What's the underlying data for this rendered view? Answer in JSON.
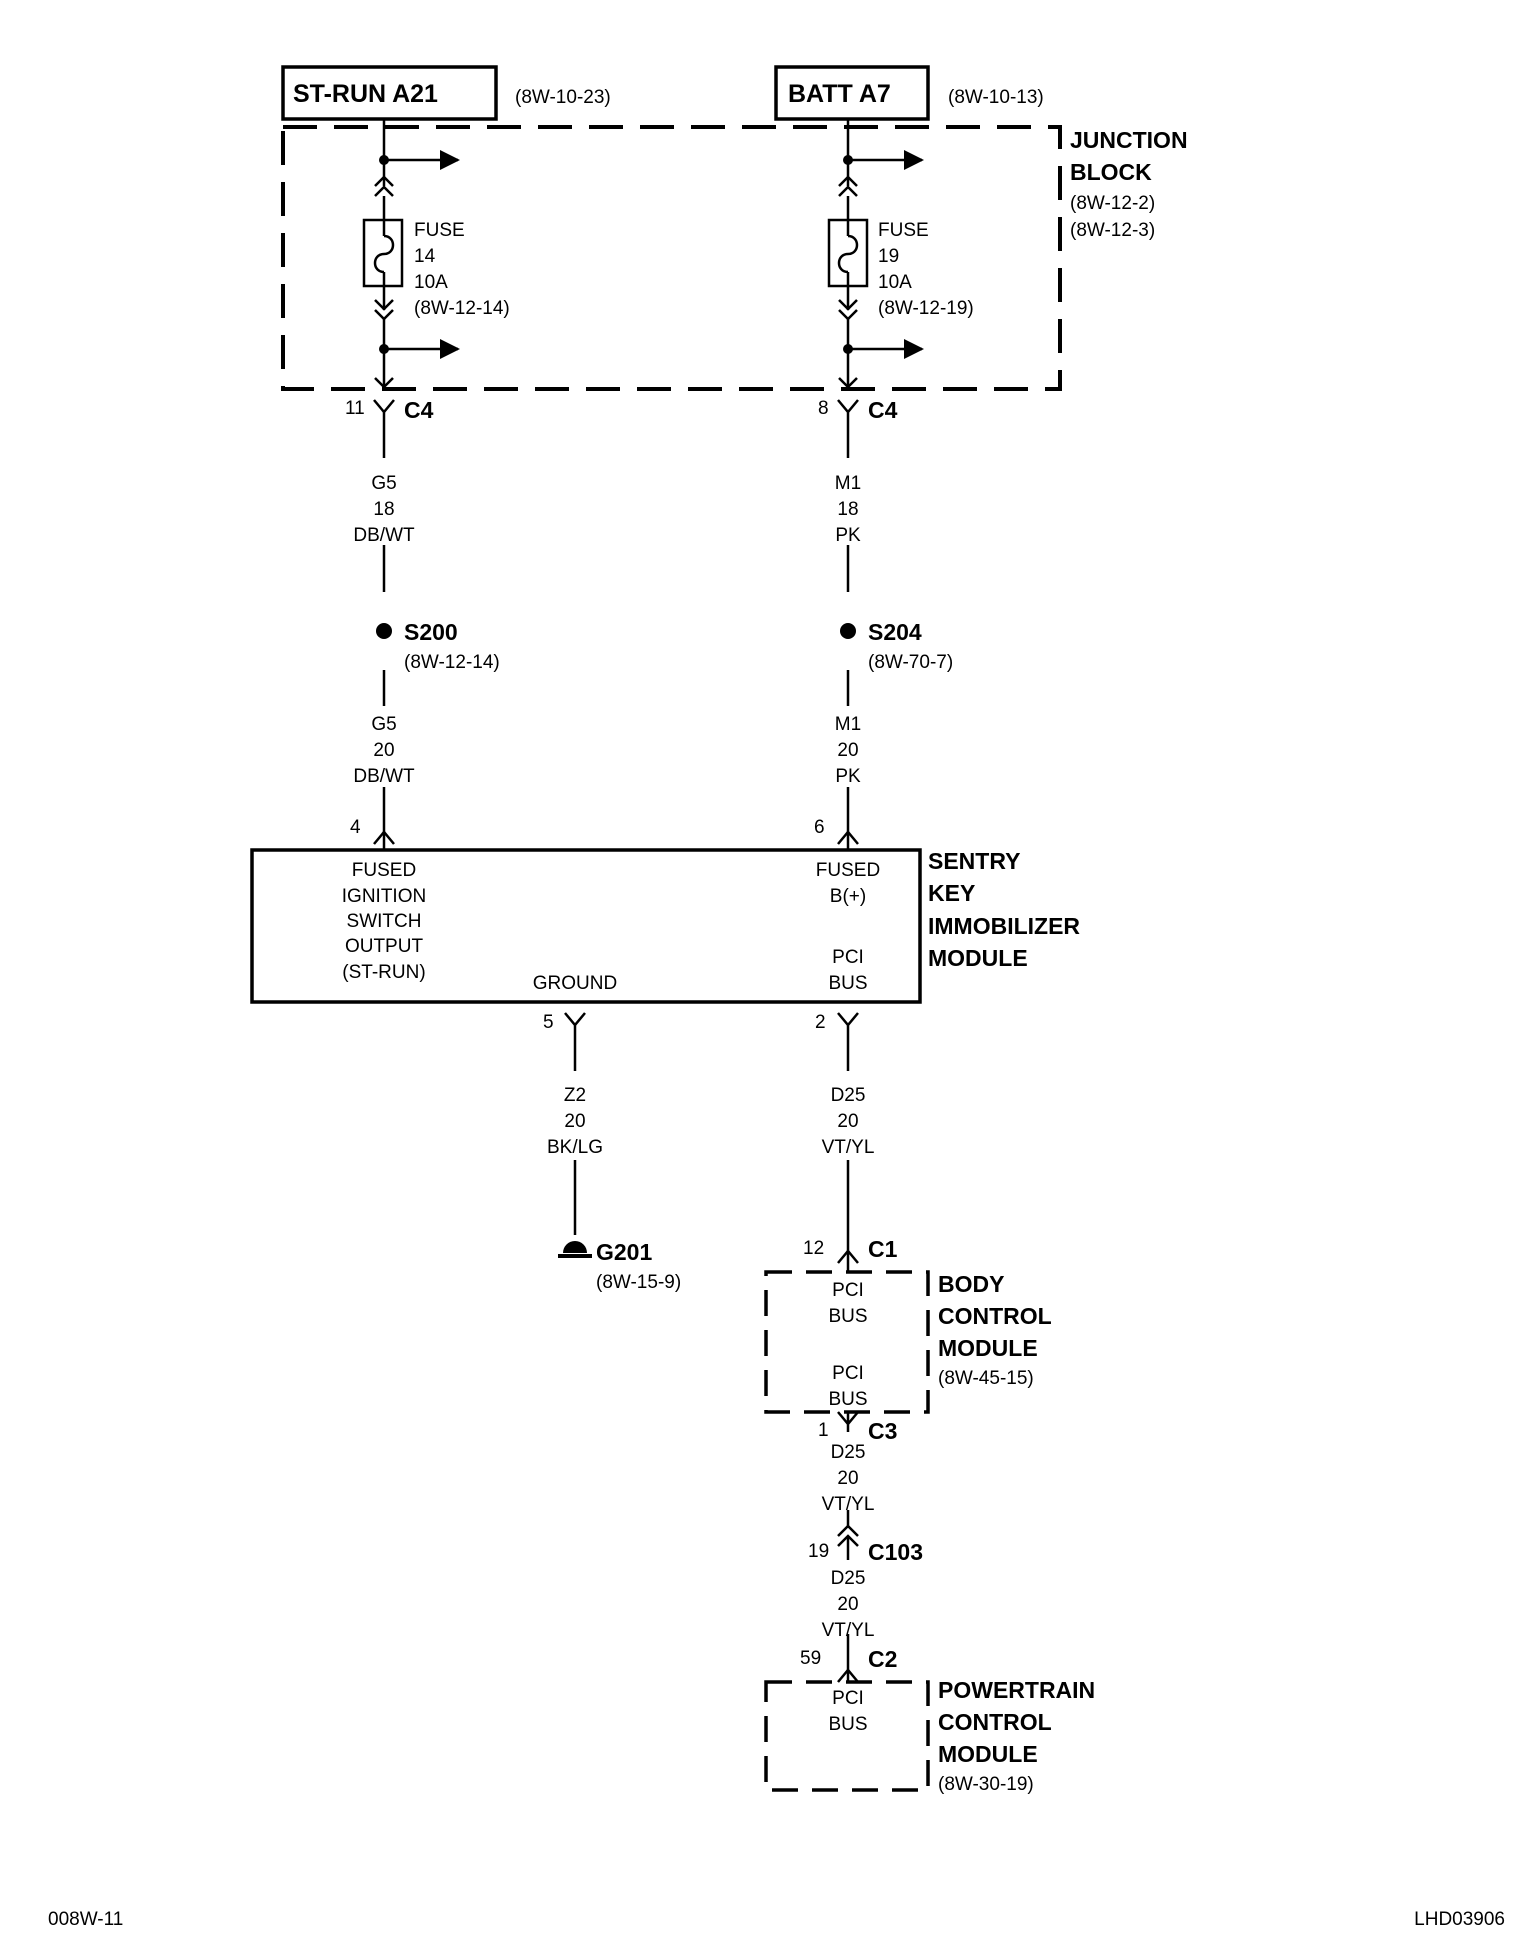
{
  "sources": {
    "left": {
      "label": "ST-RUN A21",
      "ref": "(8W-10-23)"
    },
    "right": {
      "label": "BATT A7",
      "ref": "(8W-10-13)"
    }
  },
  "junction_block": {
    "title1": "JUNCTION",
    "title2": "BLOCK",
    "ref1": "(8W-12-2)",
    "ref2": "(8W-12-3)"
  },
  "fuses": {
    "left": {
      "l1": "FUSE",
      "l2": "14",
      "l3": "10A",
      "l4": "(8W-12-14)"
    },
    "right": {
      "l1": "FUSE",
      "l2": "19",
      "l3": "10A",
      "l4": "(8W-12-19)"
    }
  },
  "connectors": {
    "c4_left": {
      "pin": "11",
      "name": "C4"
    },
    "c4_right": {
      "pin": "8",
      "name": "C4"
    },
    "skim_left": {
      "pin": "4"
    },
    "skim_right": {
      "pin": "6"
    },
    "skim_gnd": {
      "pin": "5"
    },
    "skim_pci": {
      "pin": "2"
    },
    "bcm_c1": {
      "pin": "12",
      "name": "C1"
    },
    "bcm_c3": {
      "pin": "1",
      "name": "C3"
    },
    "c103": {
      "pin": "19",
      "name": "C103"
    },
    "pcm_c2": {
      "pin": "59",
      "name": "C2"
    }
  },
  "wires": {
    "g5_18": {
      "circuit": "G5",
      "gauge": "18",
      "color": "DB/WT"
    },
    "m1_18": {
      "circuit": "M1",
      "gauge": "18",
      "color": "PK"
    },
    "g5_20": {
      "circuit": "G5",
      "gauge": "20",
      "color": "DB/WT"
    },
    "m1_20": {
      "circuit": "M1",
      "gauge": "20",
      "color": "PK"
    },
    "z2": {
      "circuit": "Z2",
      "gauge": "20",
      "color": "BK/LG"
    },
    "d25_a": {
      "circuit": "D25",
      "gauge": "20",
      "color": "VT/YL"
    },
    "d25_b": {
      "circuit": "D25",
      "gauge": "20",
      "color": "VT/YL"
    },
    "d25_c": {
      "circuit": "D25",
      "gauge": "20",
      "color": "VT/YL"
    }
  },
  "splices": {
    "s200": {
      "name": "S200",
      "ref": "(8W-12-14)"
    },
    "s204": {
      "name": "S204",
      "ref": "(8W-70-7)"
    }
  },
  "ground": {
    "name": "G201",
    "ref": "(8W-15-9)"
  },
  "skim": {
    "title1": "SENTRY",
    "title2": "KEY",
    "title3": "IMMOBILIZER",
    "title4": "MODULE",
    "left1": "FUSED",
    "left2": "IGNITION",
    "left3": "SWITCH",
    "left4": "OUTPUT",
    "left5": "(ST-RUN)",
    "ground": "GROUND",
    "right1": "FUSED",
    "right2": "B(+)",
    "pci1": "PCI",
    "pci2": "BUS"
  },
  "bcm": {
    "title1": "BODY",
    "title2": "CONTROL",
    "title3": "MODULE",
    "ref": "(8W-45-15)",
    "top1": "PCI",
    "top2": "BUS",
    "bot1": "PCI",
    "bot2": "BUS"
  },
  "pcm": {
    "title1": "POWERTRAIN",
    "title2": "CONTROL",
    "title3": "MODULE",
    "ref": "(8W-30-19)",
    "pin1": "PCI",
    "pin2": "BUS"
  },
  "footer": {
    "left": "008W-11",
    "right": "LHD03906"
  }
}
